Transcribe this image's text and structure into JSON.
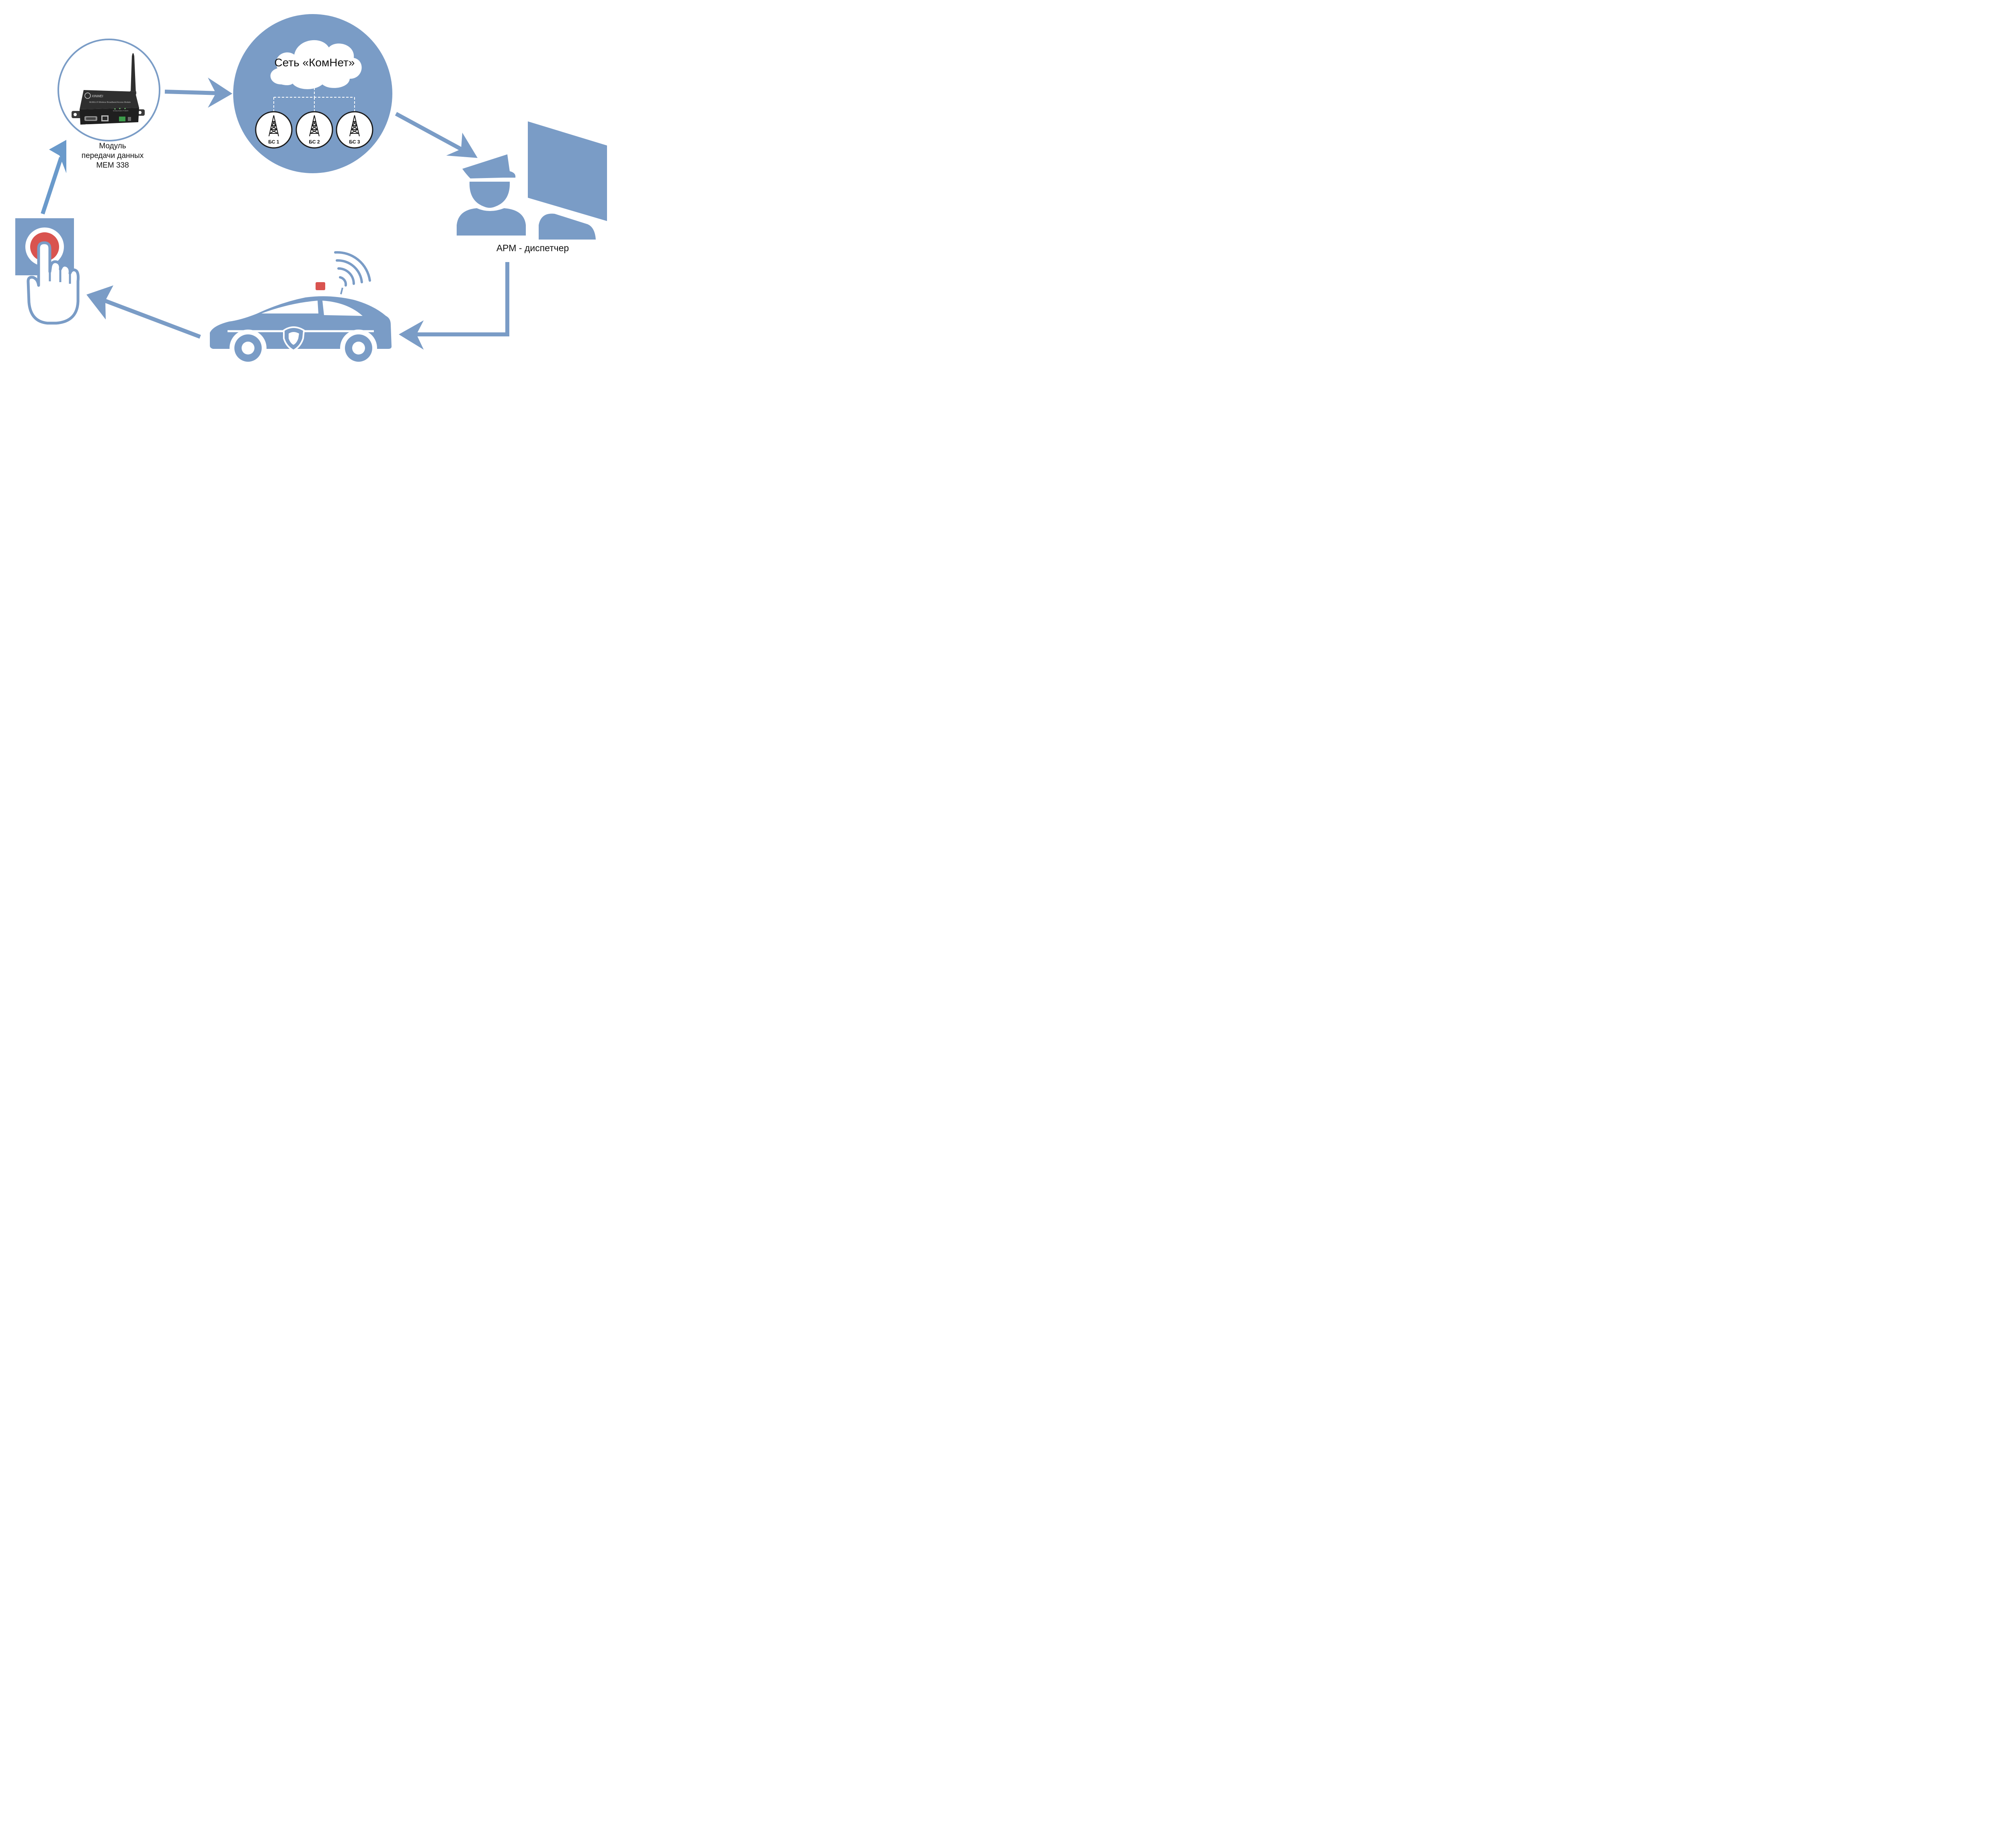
{
  "colors": {
    "primary": "#7a9cc6",
    "alarm_red": "#d9534f",
    "device_body": "#2b2b2b",
    "text": "#111111"
  },
  "module": {
    "label_lines": [
      "Модуль",
      "передачи данных",
      "MEM 338"
    ],
    "device_logo": "XINWEI",
    "device_subtitle": "McWiLL® Wireless Broadband Access Module",
    "device_indicators": [
      "SIGNAL",
      "RADIO",
      "POWER"
    ],
    "port_labels": [
      "RS232",
      "RJ45",
      "DATA",
      "AT",
      "DC 12V",
      "DC 5V"
    ]
  },
  "network": {
    "title": "Сеть «КомНет»",
    "base_stations": [
      "БС 1",
      "БС 2",
      "БС 3"
    ]
  },
  "dispatcher": {
    "label": "АРМ - диспетчер"
  },
  "icons": [
    "panic-button-icon",
    "wireless-module-icon",
    "cloud-icon",
    "radio-tower-icon",
    "dispatcher-icon",
    "monitor-icon",
    "police-car-icon",
    "signal-waves-icon",
    "arrow-icon"
  ]
}
